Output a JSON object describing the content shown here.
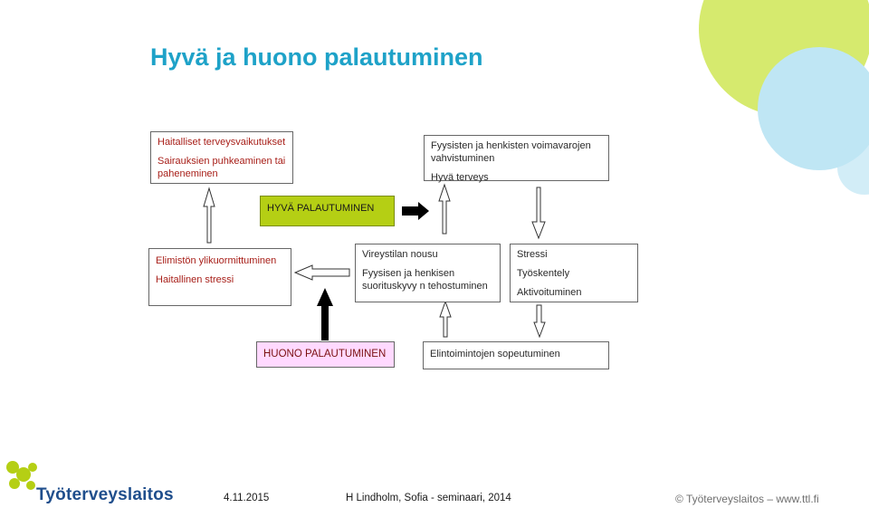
{
  "title": "Hyvä ja huono palautuminen",
  "boxes": {
    "harm": {
      "line1": "Haitalliset terveysvaikutukset",
      "line2": "Sairauksien puhkeaminen  tai",
      "line3": "paheneminen"
    },
    "strength": {
      "line1": "Fyysisten ja henkisten voimavarojen",
      "line2": "vahvistuminen",
      "line3": "Hyvä terveys"
    },
    "good_recovery": "HYVÄ  PALAUTUMINEN",
    "overload": {
      "line1": "Elimistön ylikuormittuminen",
      "line2": "Haitallinen stressi"
    },
    "alertness": {
      "line1": "Vireystilan  nousu",
      "line2": "Fyysisen ja henkisen",
      "line3": "suorituskyvy n tehostuminen"
    },
    "stress": {
      "line1": "Stressi",
      "line2": "Työskentely",
      "line3": "Aktivoituminen"
    },
    "bad_recovery": "HUONO PALAUTUMINEN",
    "adaptation": "Elintoimintojen sopeutuminen"
  },
  "footer": {
    "date": "4.11.2015",
    "author": "H Lindholm, Sofia - seminaari, 2014",
    "copyright": "© Työterveyslaitos   –   www.ttl.fi"
  },
  "logo": {
    "text": "Työterveyslaitos"
  },
  "colors": {
    "title": "#1ea2c8",
    "good_fill": "#b5cf14",
    "bad_fill": "#ffd9ff",
    "accent_red": "#a8201a",
    "deco_green": "#d6ea6e",
    "deco_blue": "#bfe6f4",
    "logo_blue": "#1f4e8c"
  }
}
